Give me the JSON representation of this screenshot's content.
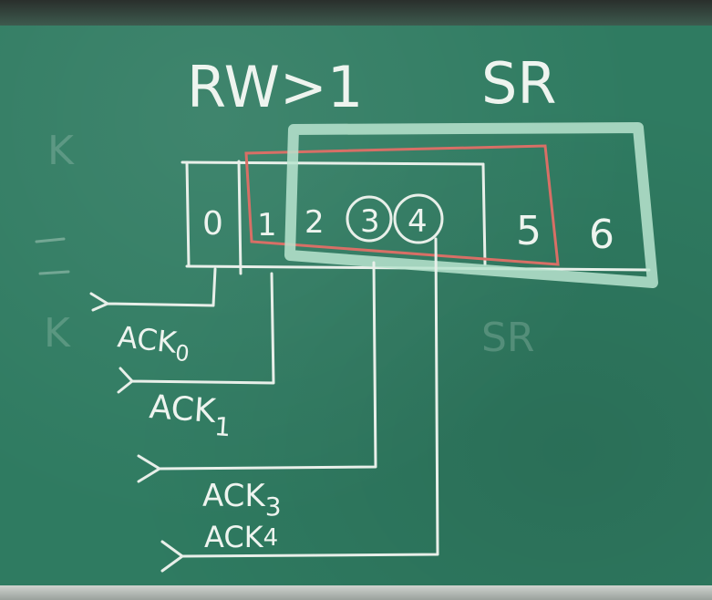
{
  "heading": {
    "left": "RW>1",
    "right": "SR"
  },
  "cells": [
    "0",
    "1",
    "2",
    "3",
    "4",
    "5",
    "6"
  ],
  "acks": [
    "ACK0",
    "ACK1",
    "ACK3",
    "ACK4"
  ],
  "ack_labels": [
    {
      "base": "ACK",
      "sub": "0"
    },
    {
      "base": "ACK",
      "sub": "1"
    },
    {
      "base": "ACK",
      "sub": "3"
    },
    {
      "base": "ACK",
      "sub": "4"
    }
  ],
  "colors": {
    "board": "#2f7b61",
    "chalk": "#e8efe9",
    "red_window": "#d86f66",
    "green_window": "#b9e4cf"
  }
}
